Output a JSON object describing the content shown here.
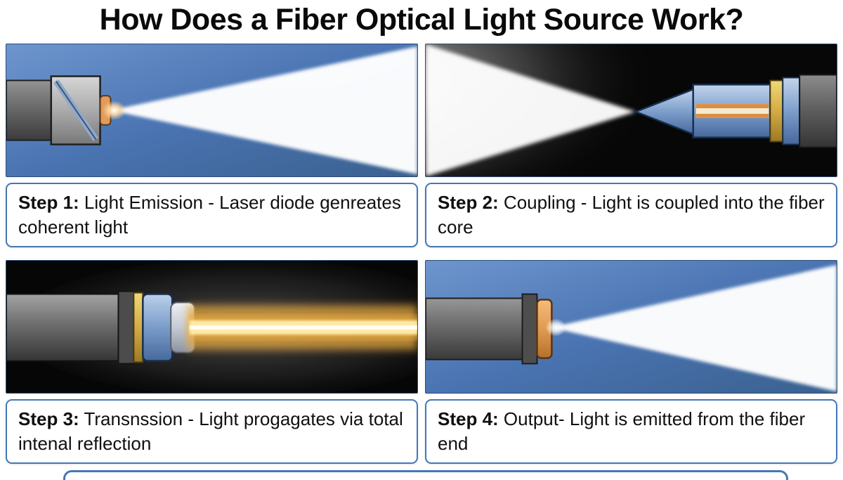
{
  "title": "How Does a Fiber Optical Light Source Work?",
  "colors": {
    "accent_blue": "#4577b5",
    "panel_blue": "#4e79b8",
    "beam_gold": "#e8b23c",
    "diagram_black": "#0a0a0a"
  },
  "steps": [
    {
      "label": "Step 1:",
      "text": "Light Emission - Laser diode genreates coherent light"
    },
    {
      "label": "Step 2:",
      "text": "Coupling - Light is coupled into the fiber core"
    },
    {
      "label": "Step 3:",
      "text": "Transnssion - Light progagates via total intenal reflection"
    },
    {
      "label": "Step 4:",
      "text": "Output- Light is emitted from the fiber end"
    }
  ]
}
